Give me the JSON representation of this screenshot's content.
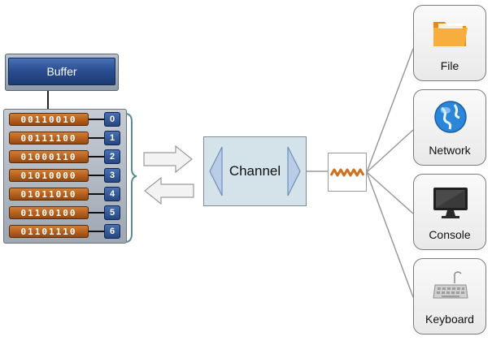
{
  "buffer": {
    "title": "Buffer",
    "rows": [
      {
        "bits": "00110010",
        "index": "0"
      },
      {
        "bits": "00111100",
        "index": "1"
      },
      {
        "bits": "01000110",
        "index": "2"
      },
      {
        "bits": "01010000",
        "index": "3"
      },
      {
        "bits": "01011010",
        "index": "4"
      },
      {
        "bits": "01100100",
        "index": "5"
      },
      {
        "bits": "01101110",
        "index": "6"
      }
    ]
  },
  "channel": {
    "label": "Channel"
  },
  "devices": [
    {
      "label": "File",
      "icon": "folder-icon"
    },
    {
      "label": "Network",
      "icon": "globe-icon"
    },
    {
      "label": "Console",
      "icon": "monitor-icon"
    },
    {
      "label": "Keyboard",
      "icon": "keyboard-icon"
    }
  ],
  "colors": {
    "buffer_blue": "#2b4f92",
    "cell_orange": "#b8621e",
    "channel_fill": "#d4e3ea",
    "connector_gray": "#9a9a9a"
  }
}
